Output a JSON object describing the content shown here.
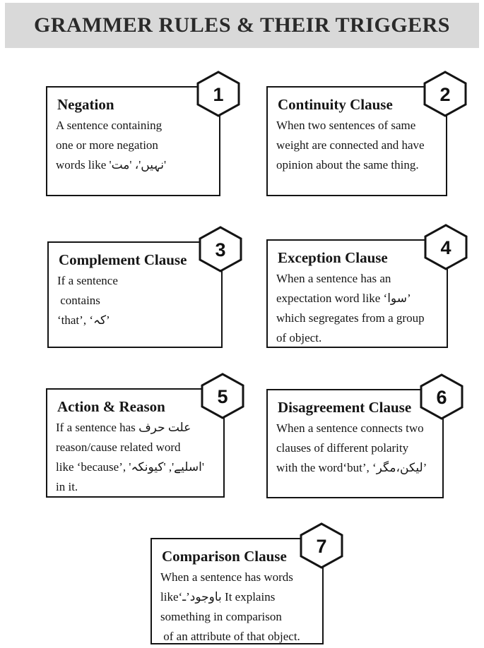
{
  "header": {
    "title": "GRAMMER RULES & THEIR TRIGGERS"
  },
  "colors": {
    "header_bg": "#d9d9d9",
    "box_border": "#141414",
    "badge_fill": "#ffffff",
    "text": "#161616"
  },
  "boxes": [
    {
      "number": "1",
      "title": "Negation",
      "lines": [
        "A sentence containing",
        "one or more negation",
        "words like 'نہیں'، 'مت'"
      ]
    },
    {
      "number": "2",
      "title": "Continuity Clause",
      "lines": [
        "When two sentences of same",
        "weight are connected and have",
        "opinion about the same thing."
      ]
    },
    {
      "number": "3",
      "title": "Complement Clause",
      "lines": [
        "If a sentence",
        " contains",
        "‘that’, ‘کہ’"
      ]
    },
    {
      "number": "4",
      "title": "Exception Clause",
      "lines": [
        "When a sentence has an",
        "expectation word like ‘سوا’",
        "which segregates from a group",
        "of object."
      ]
    },
    {
      "number": "5",
      "title": "Action & Reason",
      "lines": [
        "If a sentence has علت حرف",
        "reason/cause related word",
        "like ‘because’, 'اسلیے', 'کیونکہ'",
        "in it."
      ]
    },
    {
      "number": "6",
      "title": "Disagreement Clause",
      "lines": [
        "When a sentence connects two",
        "clauses of different polarity",
        "with the word‘but’, ‘لیکن،مگر’"
      ]
    },
    {
      "number": "7",
      "title": "Comparison Clause",
      "lines": [
        "When a sentence has words",
        "like‘باوجود’ـ It explains",
        "something in comparison",
        " of an attribute of that object."
      ]
    }
  ]
}
